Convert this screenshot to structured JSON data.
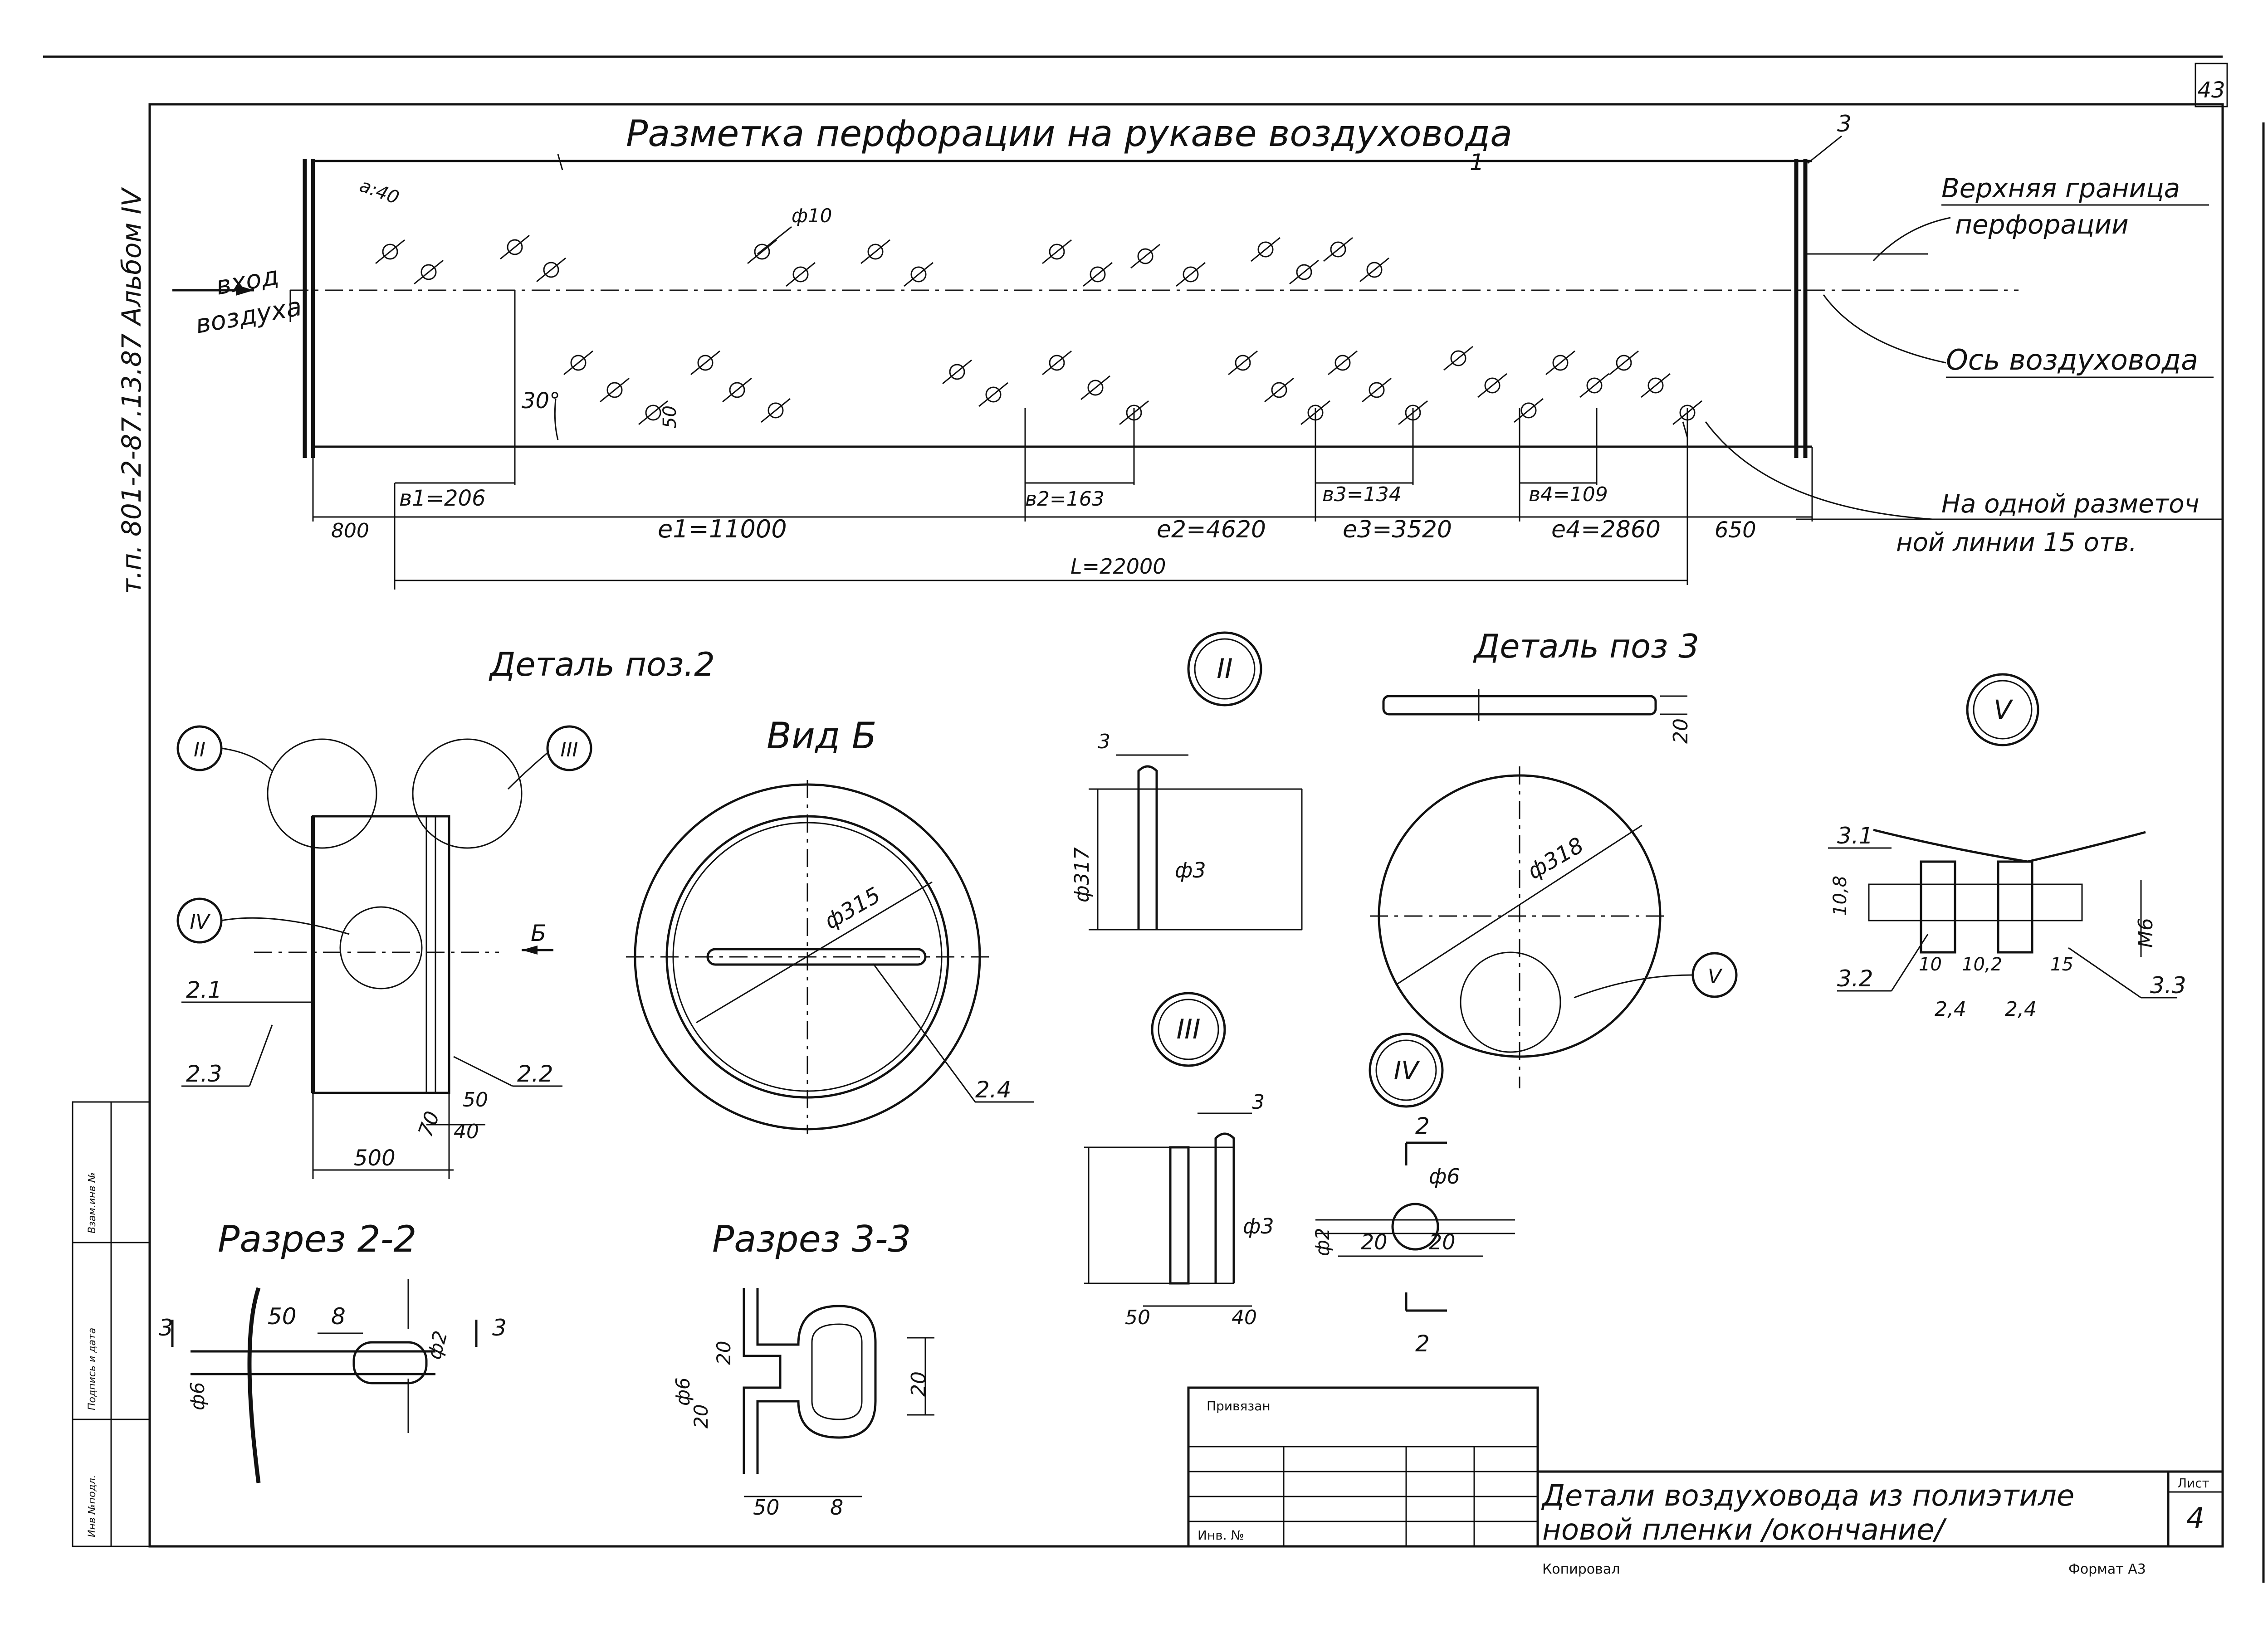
{
  "sheet": {
    "page_corner_number": "43",
    "side_label": "т.п. 801-2-87.13.87 Альбом IV",
    "side_stamp": [
      "Инв №подл.",
      "Подпись и дата",
      "Взам.инв №"
    ],
    "copied_by": "Копировал",
    "format": "Формат А3"
  },
  "perforation": {
    "title": "Разметка перфорации на рукаве воздуховода",
    "inlet_label_1": "вход",
    "inlet_label_2": "воздуха",
    "upper_boundary_1": "Верхняя граница",
    "upper_boundary_2": "перфорации",
    "axis_label": "Ось воздуховода",
    "one_line_note_1": "На одной разметоч",
    "one_line_note_2": "ной линии 15 отв.",
    "pos_1": "1",
    "pos_3": "3",
    "a_40": "а:40",
    "phi_10": "ф10",
    "angle_30": "30°",
    "dim_50": "50",
    "b1": "в1=206",
    "b2": "в2=163",
    "b3": "в3=134",
    "b4": "в4=109",
    "dim_800": "800",
    "l1": "е1=11000",
    "l2": "е2=4620",
    "l3": "е3=3520",
    "l4": "е4=2860",
    "dim_650": "650",
    "L": "L=22000"
  },
  "detail2": {
    "title": "Деталь поз.2",
    "callout_II": "II",
    "callout_III": "III",
    "callout_IV": "IV",
    "p_2_1": "2.1",
    "p_2_3": "2.3",
    "p_2_2": "2.2",
    "view_arrow": "Б",
    "d50": "50",
    "d70": "70",
    "d40": "40",
    "d500": "500"
  },
  "viewB": {
    "title": "Вид Б",
    "phi": "ф315",
    "p_2_4": "2.4"
  },
  "nodeII": {
    "callout": "II",
    "d3": "3",
    "phi317": "ф317",
    "phi3": "ф3"
  },
  "detail3": {
    "title": "Деталь поз 3",
    "d20": "20",
    "phi": "ф318",
    "callout_V": "V"
  },
  "nodeV": {
    "callout": "V",
    "p3_1": "3.1",
    "p3_2": "3.2",
    "p3_3": "3.3",
    "d10_8": "10,8",
    "d10": "10",
    "d10_2": "10,2",
    "d15": "15",
    "d2_4a": "2,4",
    "d2_4b": "2,4",
    "m6": "М6"
  },
  "nodeIII": {
    "callout": "III",
    "d3": "3",
    "phi3": "ф3",
    "d50": "50",
    "d40": "40"
  },
  "nodeIV": {
    "callout": "IV",
    "cut": "2",
    "phi6": "ф6",
    "phi2": "ф2",
    "d20a": "20",
    "d20b": "20",
    "cut_b": "2"
  },
  "section22": {
    "title": "Разрез 2-2",
    "cut3a": "3",
    "cut3b": "3",
    "d50": "50",
    "d8": "8",
    "phi2": "ф2",
    "phi6": "ф6"
  },
  "section33": {
    "title": "Разрез 3-3",
    "d20a": "20",
    "d20b": "20",
    "d20c": "20",
    "phi6": "ф6",
    "d50": "50",
    "d8": "8"
  },
  "titleblock": {
    "attached": "Привязан",
    "inv_no": "Инв. №",
    "name_1": "Детали воздуховода из полиэтиле",
    "name_2": "новой пленки /окончание/",
    "sheet_label": "Лист",
    "sheet_no": "4"
  }
}
